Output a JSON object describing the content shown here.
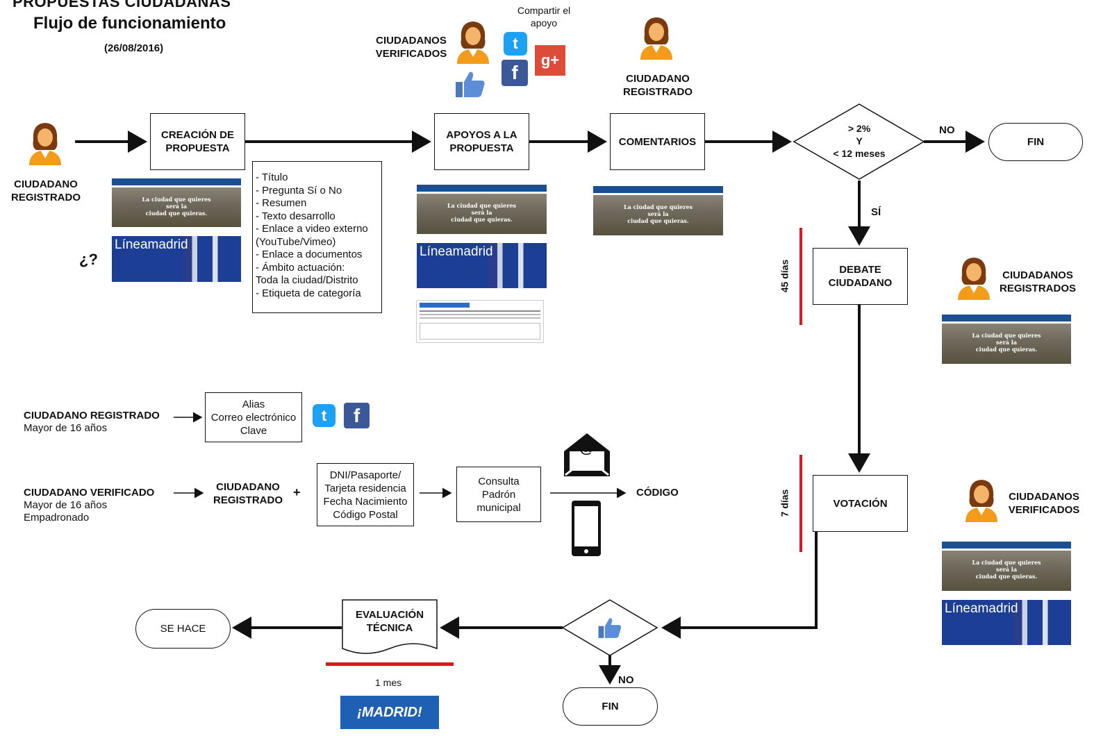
{
  "header": {
    "title": "PROPUESTAS CIUDADANAS",
    "subtitle": "Flujo de funcionamiento",
    "date": "(26/08/2016)"
  },
  "nodes": {
    "actor_start": "CIUDADANO\nREGISTRADO",
    "creacion": "CREACIÓN DE\nPROPUESTA",
    "apoyos": "APOYOS A LA\nPROPUESTA",
    "comentarios": "COMENTARIOS",
    "decision": "> 2%\nY\n< 12 meses",
    "fin_top": "FIN",
    "debate": "DEBATE\nCIUDADANO",
    "votacion": "VOTACIÓN",
    "evaluacion": "EVALUACIÓN\nTÉCNICA",
    "se_hace": "SE HACE",
    "fin_bottom": "FIN"
  },
  "edges": {
    "no_top": "NO",
    "si": "SÍ",
    "no_bottom": "NO"
  },
  "actors": {
    "verificados_top": "CIUDADANOS\nVERIFICADOS",
    "compartir": "Compartir el\napoyo",
    "registrado_comentarios": "CIUDADANO\nREGISTRADO",
    "registrados_debate": "CIUDADANOS\nREGISTRADOS",
    "verificados_votacion": "CIUDADANOS\nVERIFICADOS"
  },
  "creacion_question": "¿?",
  "proposal_fields": [
    "- Título",
    "- Pregunta Sí o No",
    "- Resumen",
    "- Texto desarrollo",
    "- Enlace a video externo",
    "(YouTube/Vimeo)",
    "- Enlace a documentos",
    "- Ámbito actuación:",
    "Toda la ciudad/Distrito",
    "- Etiqueta de categoría"
  ],
  "durations": {
    "debate": "45 días",
    "votacion": "7 días",
    "evaluacion": "1 mes"
  },
  "screenshots": {
    "hero_text": "La ciudad que quieres será la\nciudad que quieras.",
    "linea_madrid": "Líneamadrid"
  },
  "registration": {
    "registrado_title": "CIUDADANO REGISTRADO",
    "registrado_sub": "Mayor de 16 años",
    "registrado_fields": "Alias\nCorreo electrónico\nClave",
    "verificado_title": "CIUDADANO VERIFICADO",
    "verificado_sub": "Mayor de 16 años\nEmpadronado",
    "verificado_step": "CIUDADANO\nREGISTRADO",
    "plus": "+",
    "verificado_fields": "DNI/Pasaporte/\nTarjeta residencia\nFecha Nacimiento\nCódigo Postal",
    "consulta": "Consulta\nPadrón\nmunicipal",
    "codigo": "CÓDIGO"
  },
  "logo": {
    "text": "¡MADRID!"
  },
  "icons": [
    "person-icon",
    "twitter-icon",
    "facebook-icon",
    "google-plus-icon",
    "thumbs-up-icon",
    "email-icon",
    "phone-icon",
    "madrid-logo"
  ],
  "colors": {
    "red_bar": "#e3141b",
    "twitter": "#1da1f2",
    "facebook": "#3b5998",
    "google": "#dd4b39",
    "madrid_blue": "#1f5fb4"
  }
}
